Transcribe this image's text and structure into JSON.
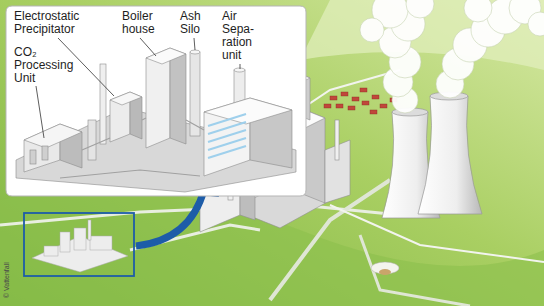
{
  "diagram": {
    "labels": [
      "Electrostatic Precipitator",
      "Boiler house",
      "Ash Silo",
      "Air Sepa- ration unit",
      "CO₂ Processing Unit",
      "© Vattenfall"
    ]
  }
}
